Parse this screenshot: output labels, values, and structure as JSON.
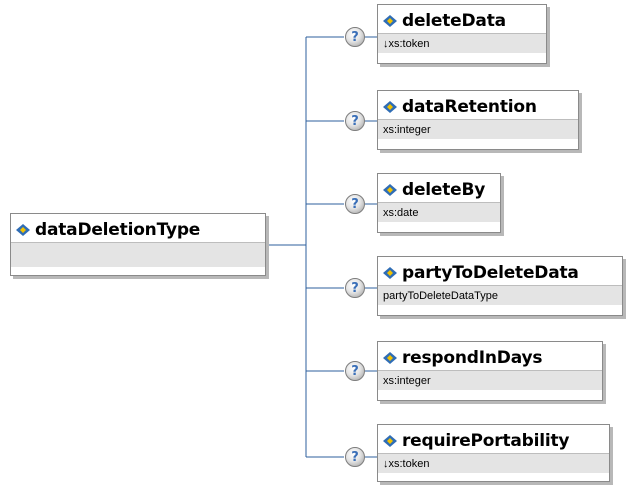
{
  "root": {
    "name": "dataDeletionType",
    "type": ""
  },
  "children": [
    {
      "name": "deleteData",
      "type": "↓xs:token",
      "optional": true
    },
    {
      "name": "dataRetention",
      "type": "xs:integer",
      "optional": true
    },
    {
      "name": "deleteBy",
      "type": "xs:date",
      "optional": true
    },
    {
      "name": "partyToDeleteData",
      "type": "partyToDeleteDataType",
      "optional": true
    },
    {
      "name": "respondInDays",
      "type": "xs:integer",
      "optional": true
    },
    {
      "name": "requirePortability",
      "type": "↓xs:token",
      "optional": true
    }
  ],
  "optional_marker": "?",
  "colors": {
    "connector": "#2c5f9e",
    "border": "#8a8a8a",
    "type_band": "#e4e4e4",
    "icon_blue": "#2f6db5",
    "icon_yellow": "#f2c200"
  }
}
